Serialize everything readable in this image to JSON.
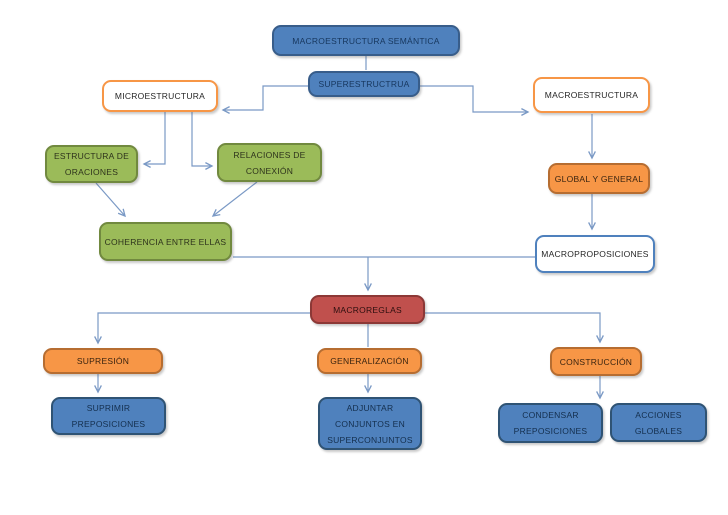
{
  "diagram": {
    "title": "MACROESTRUCTURA SEMÁNTICA",
    "background": "#ffffff"
  },
  "palette": {
    "blue_fill": "#4f81bd",
    "blue_border": "#385d8a",
    "green_fill": "#9bbb59",
    "green_border": "#71893f",
    "orange_fill": "#f79646",
    "orange_border": "#b66d31",
    "red_fill": "#c0504d",
    "red_border": "#8c3836",
    "outline_orange_border": "#f79646",
    "outline_blue_border": "#4f81bd",
    "connector_color": "#7a99c5"
  },
  "nodes": {
    "semantica": {
      "label": "MACROESTRUCTURA SEMÁNTICA"
    },
    "superestructura": {
      "label": "SUPERESTRUCTRUA"
    },
    "microestructura": {
      "label": "MICROESTRUCTURA"
    },
    "macroestructura": {
      "label": "MACROESTRUCTURA"
    },
    "estructura_oraciones": {
      "label": "ESTRUCTURA DE\nORACIONES"
    },
    "relaciones_conexion": {
      "label": "RELACIONES DE\nCONEXIÓN"
    },
    "coherencia": {
      "label": "COHERENCIA ENTRE ELLAS"
    },
    "global_general": {
      "label": "GLOBAL Y GENERAL"
    },
    "macroproposiciones": {
      "label": "MACROPROPOSICIONES"
    },
    "macroreglas": {
      "label": "MACROREGLAS"
    },
    "supresion": {
      "label": "SUPRESIÓN"
    },
    "suprimir": {
      "label": "SUPRIMIR\nPREPOSICIONES"
    },
    "generalizacion": {
      "label": "GENERALIZACIÓN"
    },
    "adjuntar": {
      "label": "ADJUNTAR\nCONJUNTOS EN\nSUPERCONJUNTOS"
    },
    "construccion": {
      "label": "CONSTRUCCIÓN"
    },
    "condensar": {
      "label": "CONDENSAR\nPREPOSICIONES"
    },
    "acciones_globales": {
      "label": "ACCIONES GLOBALES"
    }
  },
  "edges": [
    {
      "from": "semantica",
      "to": "superestructura",
      "arrow": false
    },
    {
      "from": "superestructura",
      "to": "microestructura",
      "arrow": true
    },
    {
      "from": "superestructura",
      "to": "macroestructura",
      "arrow": true
    },
    {
      "from": "microestructura",
      "to": "estructura_oraciones",
      "arrow": true
    },
    {
      "from": "microestructura",
      "to": "relaciones_conexion",
      "arrow": true
    },
    {
      "from": "estructura_oraciones",
      "to": "coherencia",
      "arrow": true
    },
    {
      "from": "relaciones_conexion",
      "to": "coherencia",
      "arrow": true
    },
    {
      "from": "macroestructura",
      "to": "global_general",
      "arrow": true
    },
    {
      "from": "global_general",
      "to": "macroproposiciones",
      "arrow": true
    },
    {
      "from": "coherencia",
      "to": "macroproposiciones",
      "arrow": false
    },
    {
      "from": "coherencia",
      "to": "macroreglas",
      "arrow": true
    },
    {
      "from": "macroreglas",
      "to": "supresion",
      "arrow": true
    },
    {
      "from": "macroreglas",
      "to": "generalizacion",
      "arrow": false
    },
    {
      "from": "macroreglas",
      "to": "construccion",
      "arrow": true
    },
    {
      "from": "supresion",
      "to": "suprimir",
      "arrow": true
    },
    {
      "from": "generalizacion",
      "to": "adjuntar",
      "arrow": true
    },
    {
      "from": "construccion",
      "to": "condensar",
      "arrow": true
    }
  ]
}
